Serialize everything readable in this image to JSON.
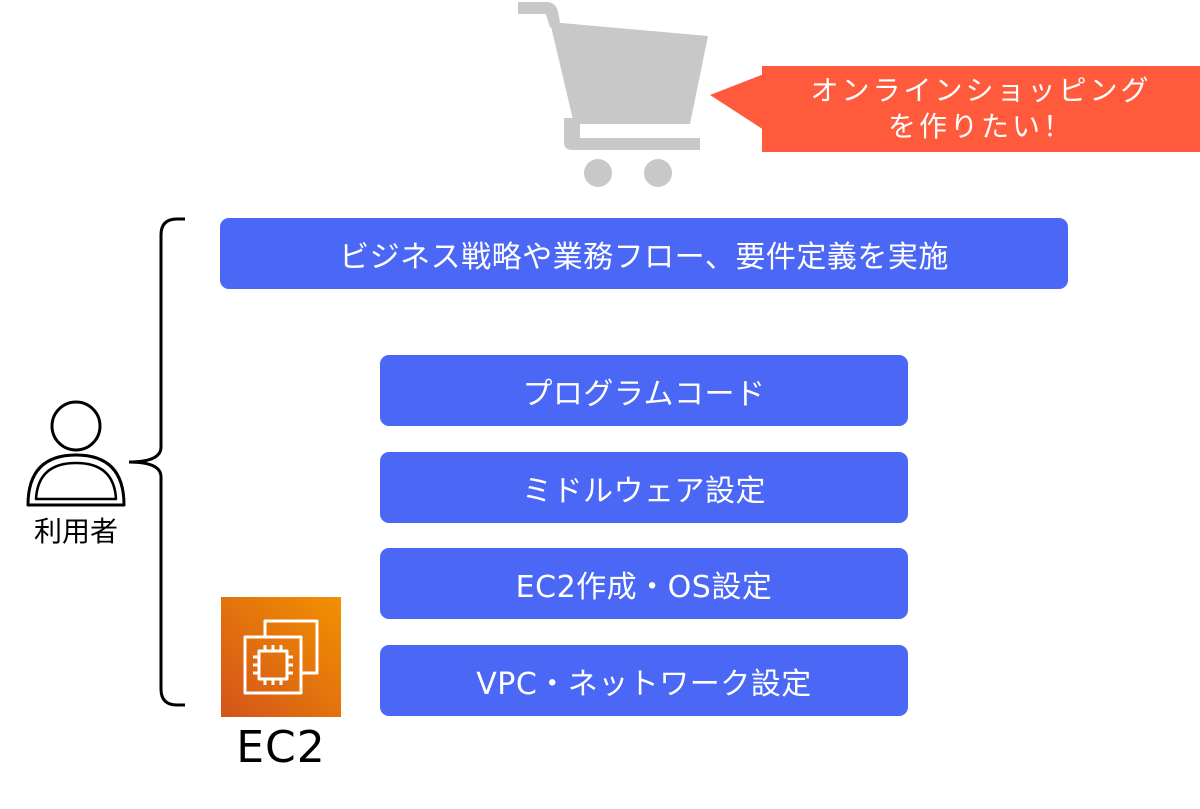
{
  "callout": {
    "line1": "オンラインショッピング",
    "line2": "を作りたい！",
    "color": "#ff5a3c"
  },
  "layers": {
    "business": "ビジネス戦略や業務フロー、要件定義を実施",
    "program": "プログラムコード",
    "middleware": "ミドルウェア設定",
    "ec2_os": "EC2作成・OS設定",
    "vpc": "VPC・ネットワーク設定",
    "color": "#4b67f5"
  },
  "user": {
    "label": "利用者"
  },
  "ec2": {
    "label": "EC2",
    "color_top": "#f29100",
    "color_bottom": "#d3541a"
  },
  "icons": {
    "cart": "shopping-cart-icon",
    "user": "user-icon",
    "ec2": "ec2-chip-icon",
    "brace": "brace"
  }
}
